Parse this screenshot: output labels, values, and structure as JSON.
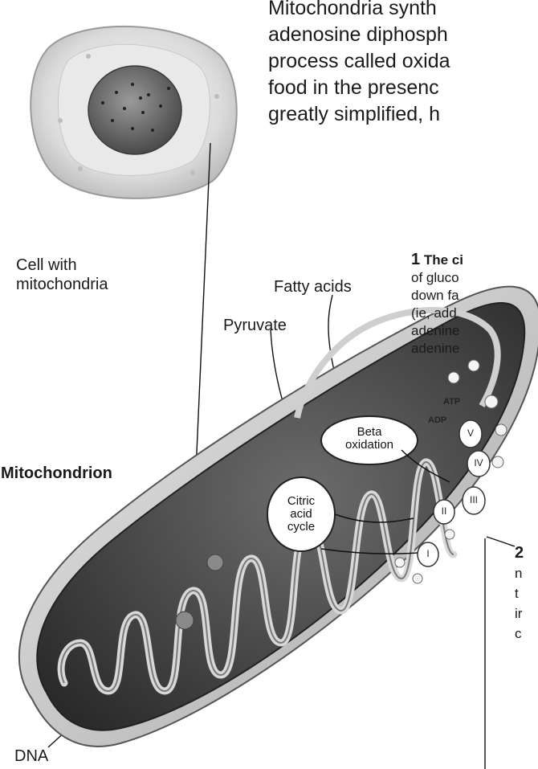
{
  "intro_text": [
    "Mitochondria synth",
    "adenosine diphosph",
    "process called oxida",
    "food in the presenc",
    "greatly simplified, h"
  ],
  "callout_1": {
    "number": "1",
    "heading": "The ci",
    "lines": [
      "of gluco",
      "down fa",
      "(ie, add",
      "adenine",
      "adenine"
    ]
  },
  "callout_2": {
    "number": "2",
    "lines": [
      "n",
      "t",
      "ir",
      "c"
    ]
  },
  "labels": {
    "cell_line1": "Cell with",
    "cell_line2": "mitochondria",
    "fatty_acids": "Fatty acids",
    "pyruvate": "Pyruvate",
    "mitochondrion": "Mitochondrion",
    "beta_line1": "Beta",
    "beta_line2": "oxidation",
    "citric_line1": "Citric",
    "citric_line2": "acid",
    "citric_line3": "cycle",
    "atp": "ATP",
    "adp": "ADP",
    "dna": "DNA"
  },
  "complexes": [
    "I",
    "II",
    "III",
    "IV",
    "V"
  ]
}
